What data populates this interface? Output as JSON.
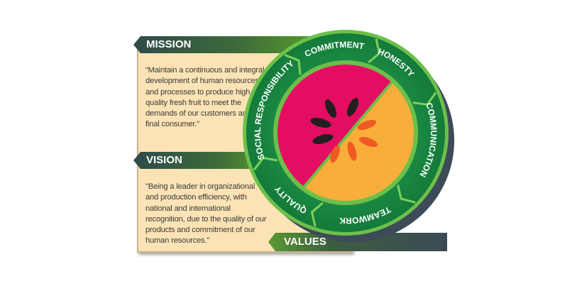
{
  "mission": {
    "title": "MISSION",
    "text": "“Maintain a continuous and integral development of human resources and processes to produce high quality fresh fruit to meet the demands of our customers and final consumer.\""
  },
  "vision": {
    "title": "VISION",
    "text": "\"Being a leader in organizational and production efficiency, with national and international recognition, due to the quality of our products and commitment of our human resources.”"
  },
  "values": {
    "title": "VALUES",
    "items": [
      "SOCIAL RESPONSIBILITY",
      "COMMITMENT",
      "HONESTY",
      "COMMUNICATION",
      "TEAMWORK",
      "QUALITY"
    ]
  },
  "colors": {
    "ring": "#1e8a45",
    "ring_border": "#6cc04a",
    "pink": "#e30d62",
    "orange": "#f9ae3b",
    "panel": "#fbe3b5",
    "seed_dark": "#231f20",
    "seed_orange": "#ef5a24"
  }
}
